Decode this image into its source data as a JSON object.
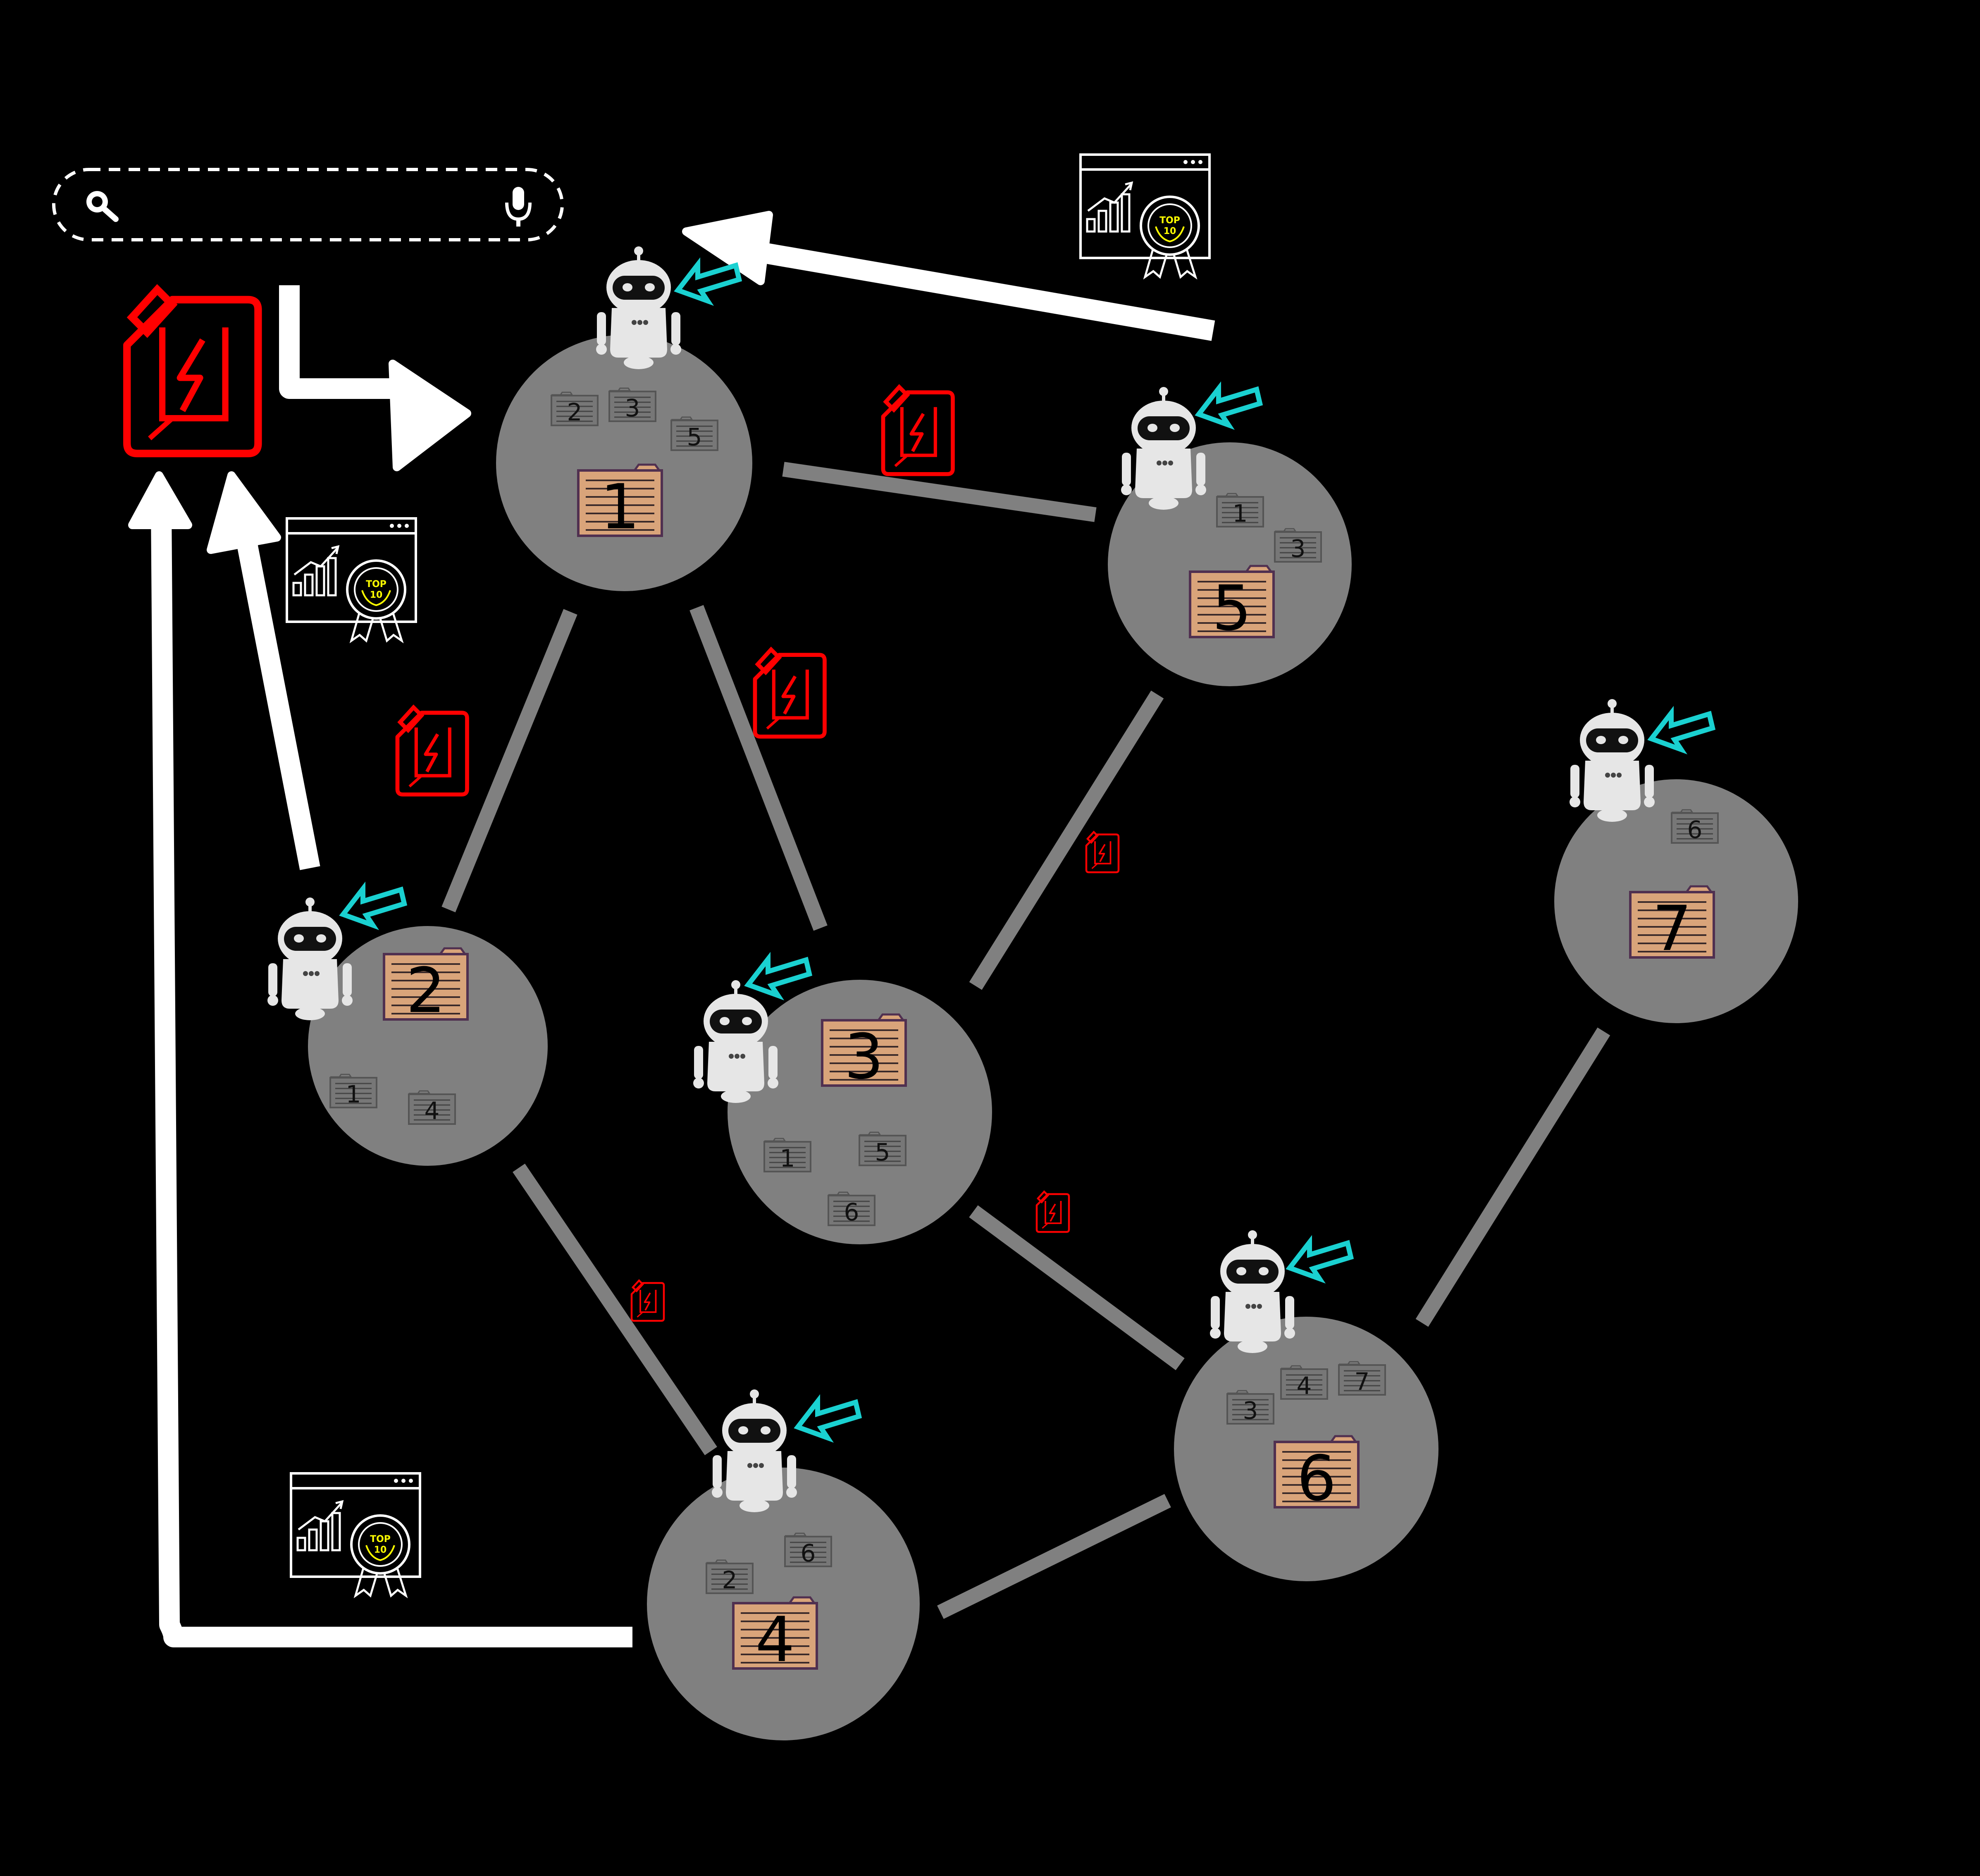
{
  "search": {
    "placeholder": "",
    "value": ""
  },
  "colors": {
    "background": "#000000",
    "node_fill": "#808080",
    "edge": "#808080",
    "arrow": "#ffffff",
    "fuel": "#ff0000",
    "pointer": "#1ad1d1",
    "robot": "#e6e6e6",
    "folder": "#d9a47a",
    "badge": "#ffff00"
  },
  "nodes": [
    {
      "id": "1",
      "label": "1",
      "subpages": [
        "2",
        "3",
        "5"
      ],
      "has_robot": true
    },
    {
      "id": "2",
      "label": "2",
      "subpages": [
        "1",
        "4"
      ],
      "has_robot": true
    },
    {
      "id": "3",
      "label": "3",
      "subpages": [
        "1",
        "5",
        "6"
      ],
      "has_robot": true
    },
    {
      "id": "4",
      "label": "4",
      "subpages": [
        "2",
        "6"
      ],
      "has_robot": true
    },
    {
      "id": "5",
      "label": "5",
      "subpages": [
        "1",
        "3"
      ],
      "has_robot": true
    },
    {
      "id": "6",
      "label": "6",
      "subpages": [
        "3",
        "4",
        "7"
      ],
      "has_robot": true
    },
    {
      "id": "7",
      "label": "7",
      "subpages": [
        "6"
      ],
      "has_robot": true
    }
  ],
  "edges": [
    [
      "1",
      "2"
    ],
    [
      "1",
      "3"
    ],
    [
      "1",
      "5"
    ],
    [
      "2",
      "4"
    ],
    [
      "3",
      "5"
    ],
    [
      "3",
      "6"
    ],
    [
      "4",
      "6"
    ],
    [
      "6",
      "7"
    ]
  ],
  "icons": {
    "search": "search-icon",
    "microphone": "microphone-icon",
    "fuel": "fuel-can-icon",
    "robot": "robot-icon",
    "pointer": "pointer-arrow-icon",
    "ranking": "ranking-chart-icon",
    "folder": "folder-icon",
    "page": "page-icon"
  },
  "badge_text": {
    "line1": "TOP",
    "line2": "10"
  }
}
